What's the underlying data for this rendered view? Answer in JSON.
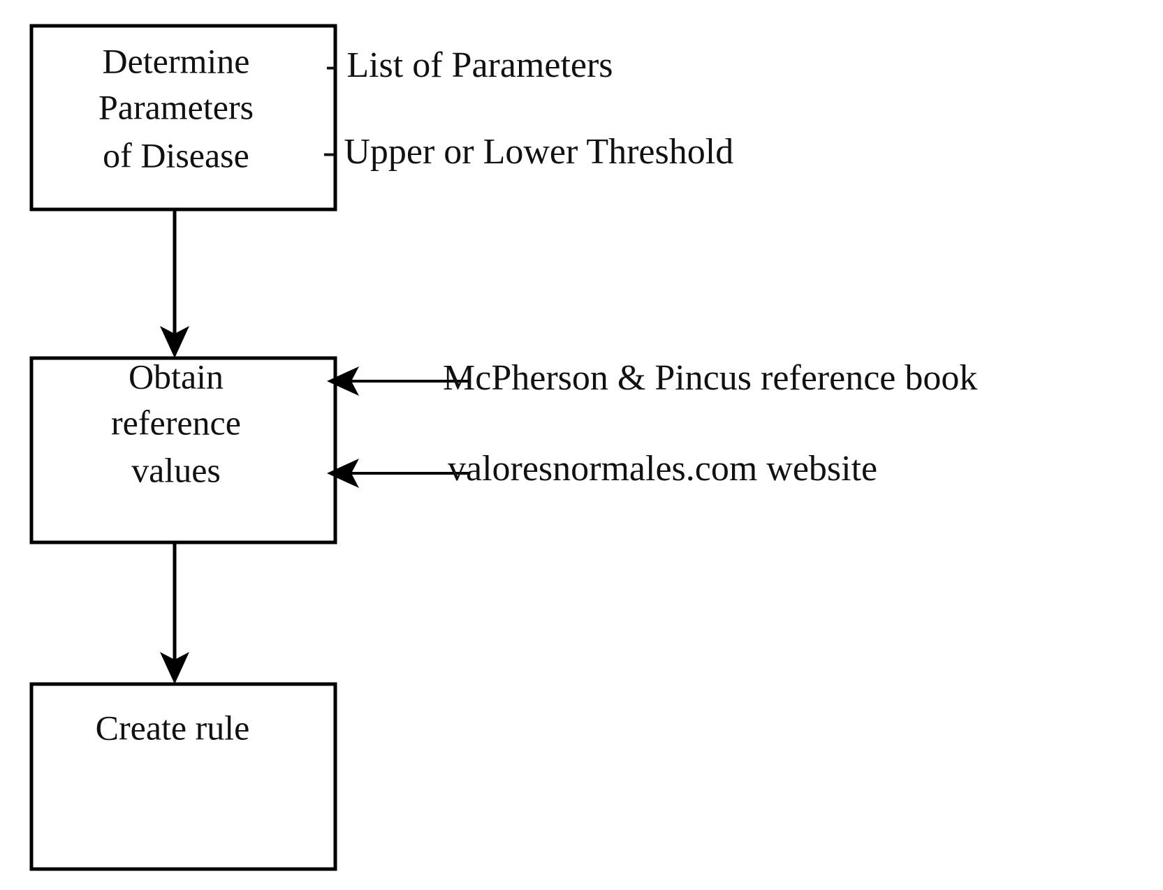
{
  "diagram": {
    "title": "Rule creation workflow flowchart",
    "background_color": "#ffffff",
    "line_color": "#000000",
    "text_color": "#111111",
    "nodes": [
      {
        "id": "determine-parameters",
        "shape": "rectangle",
        "lines": [
          "Determine",
          "Parameters",
          "of Disease"
        ]
      },
      {
        "id": "obtain-reference-values",
        "shape": "rectangle",
        "lines": [
          "Obtain",
          "reference",
          "values"
        ]
      },
      {
        "id": "create-rule",
        "shape": "rectangle",
        "lines": [
          "Create rule"
        ]
      }
    ],
    "bullet_annotations": [
      {
        "id": "list-of-parameters",
        "text": "- List of Parameters"
      },
      {
        "id": "upper-or-lower-threshold",
        "text": "- Upper or Lower Threshold"
      }
    ],
    "source_annotations": [
      {
        "id": "mcpherson-pincus-book",
        "text": "McPherson & Pincus reference book"
      },
      {
        "id": "valoresnormales-website",
        "text": "valoresnormales.com website"
      }
    ],
    "edges": [
      {
        "id": "edge-determine-to-obtain",
        "from": "determine-parameters",
        "to": "obtain-reference-values",
        "direction": "down",
        "arrow": true
      },
      {
        "id": "edge-obtain-to-create",
        "from": "obtain-reference-values",
        "to": "create-rule",
        "direction": "down",
        "arrow": true
      },
      {
        "id": "edge-book-to-obtain",
        "from": "mcpherson-pincus-book",
        "to": "obtain-reference-values",
        "direction": "left",
        "arrow": true
      },
      {
        "id": "edge-website-to-obtain",
        "from": "valoresnormales-website",
        "to": "obtain-reference-values",
        "direction": "left",
        "arrow": true
      }
    ]
  }
}
